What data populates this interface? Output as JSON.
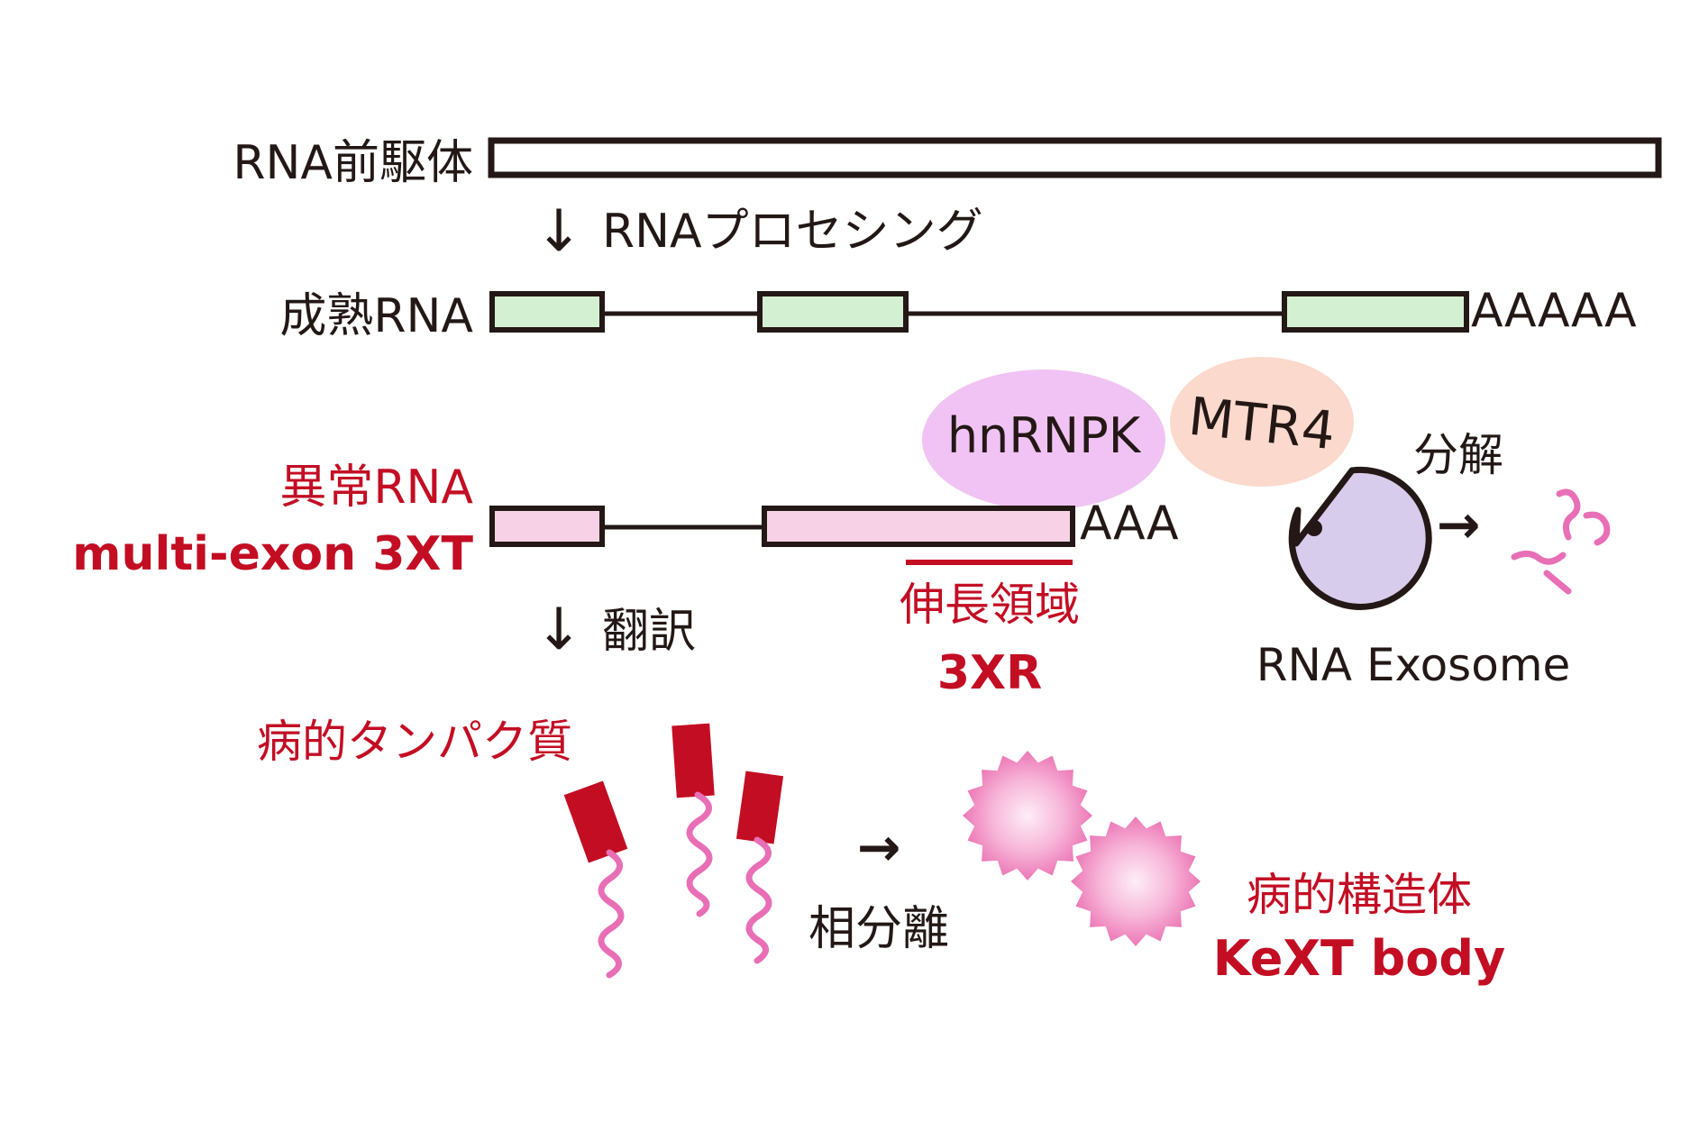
{
  "precursor": {
    "label": "RNA前駆体"
  },
  "processing": {
    "arrow": "↓",
    "label": "RNAプロセシング"
  },
  "mature": {
    "label": "成熟RNA",
    "polyA": "AAAAA"
  },
  "aberrant": {
    "label_line1": "異常RNA",
    "label_line2": "multi-exon 3XT",
    "polyA": "AAA",
    "extension_label": "伸長領域",
    "extension_name": "3XR"
  },
  "proteins": {
    "hnrnpk": "hnRNPK",
    "mtr4": "MTR4"
  },
  "exosome": {
    "label": "RNA Exosome",
    "degradation": "分解",
    "arrow": "→"
  },
  "translation": {
    "arrow": "↓",
    "label": "翻訳"
  },
  "pathogenic_protein": {
    "label": "病的タンパク質"
  },
  "phase_separation": {
    "arrow": "→",
    "label": "相分離"
  },
  "structure": {
    "label_line1": "病的構造体",
    "label_line2": "KeXT body"
  },
  "colors": {
    "text": "#231815",
    "accent_red": "#c30d23",
    "exon_green": "#d4f0d2",
    "exon_pink": "#f7d2e6",
    "hnrnpk_bubble": "#f1c3f4",
    "mtr4_bubble": "#fbd9cc",
    "exosome_fill": "#d7ccec",
    "squiggle_pink": "#e86fb6",
    "protein_block": "#c30d23",
    "kext_body": "#f08fc4"
  }
}
